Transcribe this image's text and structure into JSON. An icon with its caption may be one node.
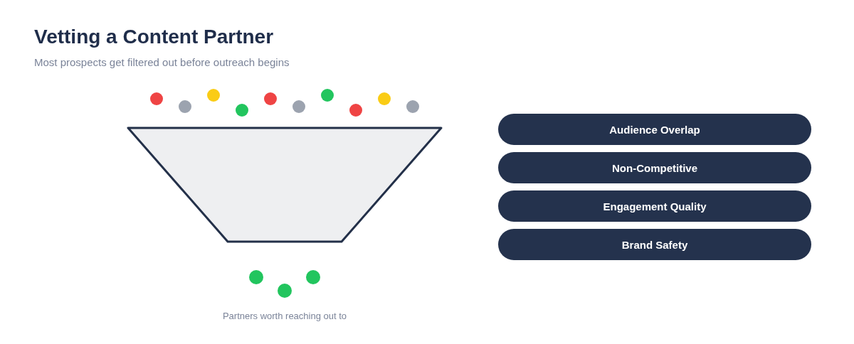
{
  "diagram": {
    "title": "Vetting a Content Partner",
    "nodes": [
      {
        "text": [
          "Audience Overlap"
        ]
      },
      {
        "text": [
          "Non-Competitive"
        ]
      },
      {
        "text": [
          "Engagement Quality"
        ]
      },
      {
        "text": [
          "Brand Safety"
        ]
      }
    ],
    "edges": [],
    "labels": [
      "Most prospects get filtered out before outreach begins",
      "Partners worth reaching out to"
    ]
  }
}
